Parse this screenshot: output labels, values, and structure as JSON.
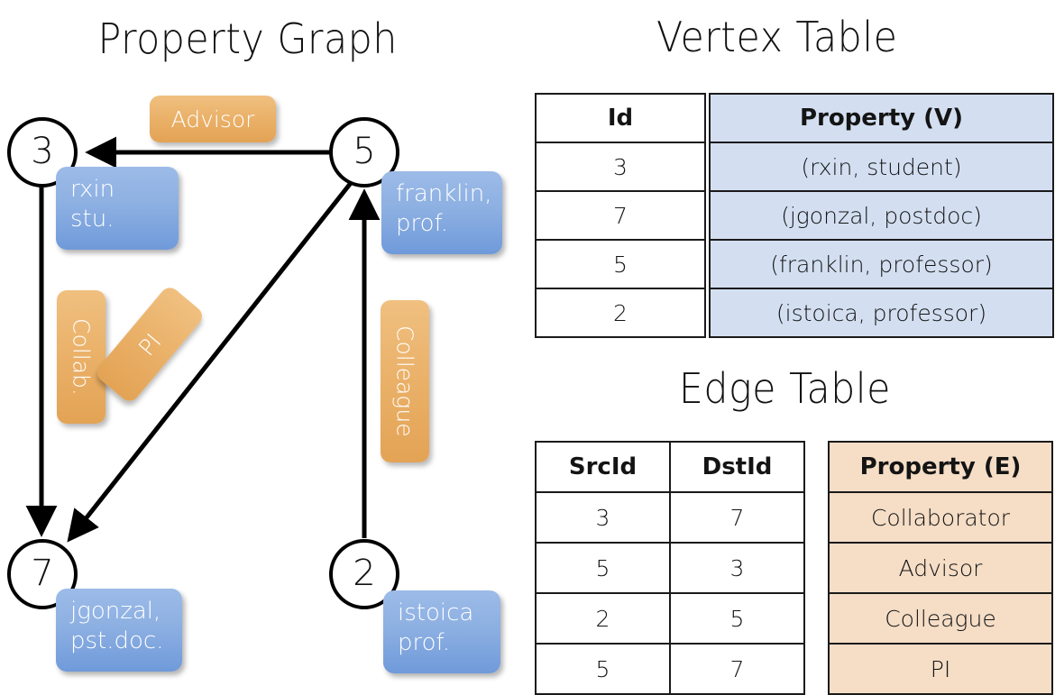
{
  "titles": {
    "property_graph": "Property Graph",
    "vertex_table": "Vertex Table",
    "edge_table": "Edge Table"
  },
  "graph": {
    "nodes": [
      {
        "id": "3",
        "property": "rxin\nstu."
      },
      {
        "id": "5",
        "property": "franklin,\nprof."
      },
      {
        "id": "7",
        "property": "jgonzal,\npst.doc."
      },
      {
        "id": "2",
        "property": "istoica\nprof."
      }
    ],
    "node_labels": {
      "n3": "3",
      "n5": "5",
      "n7": "7",
      "n2": "2"
    },
    "property_boxes": {
      "rxin_line1": "rxin",
      "rxin_line2": "stu.",
      "franklin_line1": "franklin,",
      "franklin_line2": "prof.",
      "jgonzal_line1": "jgonzal,",
      "jgonzal_line2": "pst.doc.",
      "istoica_line1": "istoica",
      "istoica_line2": "prof."
    },
    "edge_labels": {
      "advisor": "Advisor",
      "collab": "Collab.",
      "pi": "PI",
      "colleague": "Colleague"
    },
    "edges": [
      {
        "src": "5",
        "dst": "3",
        "label": "Advisor"
      },
      {
        "src": "3",
        "dst": "7",
        "label": "Collab."
      },
      {
        "src": "5",
        "dst": "7",
        "label": "PI"
      },
      {
        "src": "2",
        "dst": "5",
        "label": "Colleague"
      }
    ]
  },
  "vertex_table": {
    "headers": {
      "id": "Id",
      "property": "Property (V)"
    },
    "rows": [
      {
        "id": "3",
        "property": "(rxin, student)"
      },
      {
        "id": "7",
        "property": "(jgonzal, postdoc)"
      },
      {
        "id": "5",
        "property": "(franklin, professor)"
      },
      {
        "id": "2",
        "property": "(istoica, professor)"
      }
    ]
  },
  "edge_table": {
    "headers": {
      "src": "SrcId",
      "dst": "DstId",
      "property": "Property (E)"
    },
    "rows": [
      {
        "src": "3",
        "dst": "7",
        "property": "Collaborator"
      },
      {
        "src": "5",
        "dst": "3",
        "property": "Advisor"
      },
      {
        "src": "2",
        "dst": "5",
        "property": "Colleague"
      },
      {
        "src": "5",
        "dst": "7",
        "property": "PI"
      }
    ]
  },
  "colors": {
    "vertex_property_fill": "#d3dff1",
    "edge_property_fill": "#f5ddc6",
    "node_box_blue": "#8db0e2",
    "edge_label_orange": "#eab169",
    "stroke": "#000000"
  }
}
